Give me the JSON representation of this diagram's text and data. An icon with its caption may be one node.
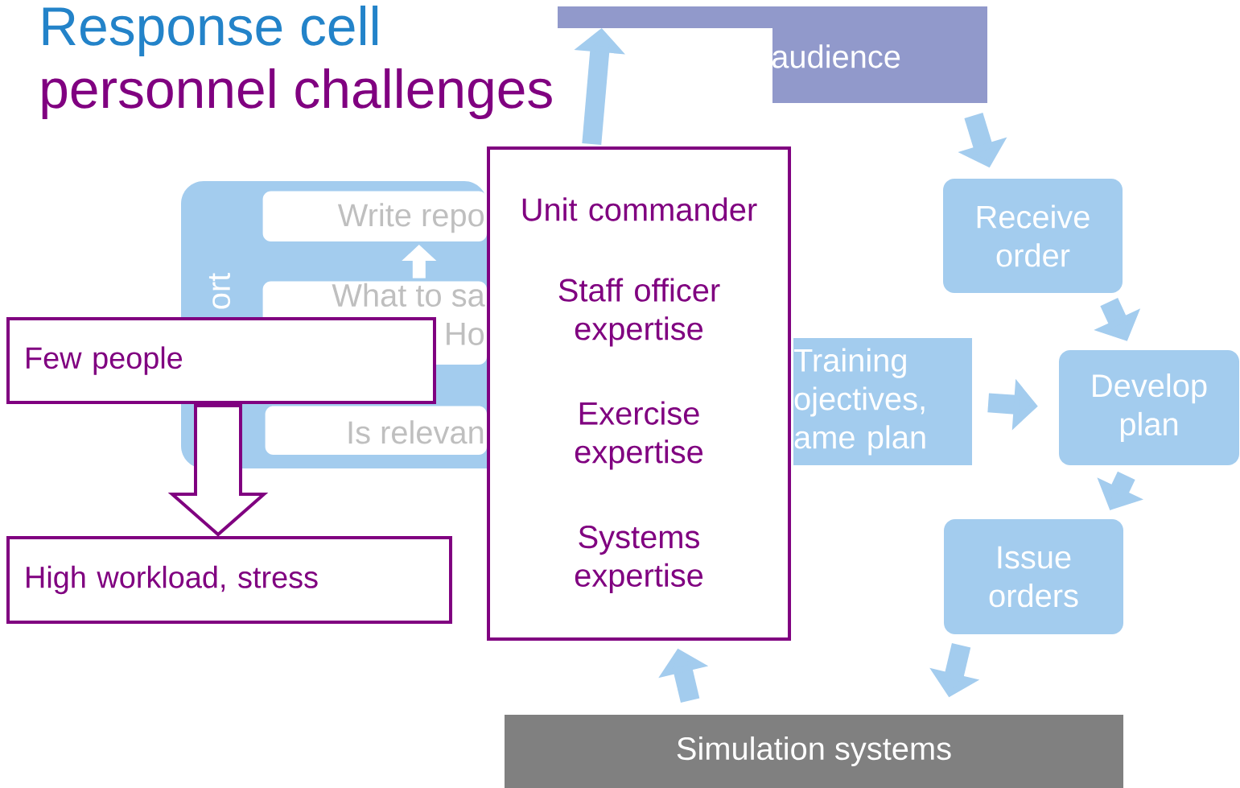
{
  "diagram": {
    "title": "Response cell",
    "nodes": [
      {
        "text": [
          "audience"
        ]
      },
      {
        "text": [
          "Receive order"
        ]
      },
      {
        "text": [
          "Develop plan"
        ]
      },
      {
        "text": [
          "Issue orders"
        ]
      },
      {
        "text": [
          "Simulation systems"
        ]
      },
      {
        "text": [
          "Training ojectives, ame plan"
        ]
      },
      {
        "text": [
          "ort"
        ]
      },
      {
        "text": [
          "Write repo"
        ],
        "in": 6
      },
      {
        "text": [
          "What to sa Ho"
        ],
        "in": 6
      },
      {
        "text": [
          "Is relevan"
        ],
        "in": 6
      },
      {
        "text": [
          "Unit commander",
          "Staff officer expertise",
          "Exercise expertise",
          "Systems expertise"
        ]
      },
      {
        "text": [
          "Few people"
        ]
      },
      {
        "text": [
          "High workload, stress"
        ]
      }
    ],
    "edges": [
      {
        "from": 0,
        "to": 1,
        "arrow": "to"
      },
      {
        "from": 1,
        "to": 2,
        "arrow": "to"
      },
      {
        "from": 2,
        "to": 3,
        "arrow": "to"
      },
      {
        "from": 3,
        "to": 4,
        "arrow": "to"
      },
      {
        "from": 4,
        "to": 10,
        "arrow": "to"
      },
      {
        "from": 10,
        "to": 0,
        "arrow": "to"
      },
      {
        "from": 5,
        "to": 2,
        "arrow": "to"
      },
      {
        "from": 8,
        "to": 7,
        "arrow": "to",
        "color": "#ffffff"
      },
      {
        "from": 11,
        "to": 12,
        "arrow": "to",
        "color": "#800080"
      }
    ],
    "labels": [
      "personnel challenges"
    ]
  }
}
